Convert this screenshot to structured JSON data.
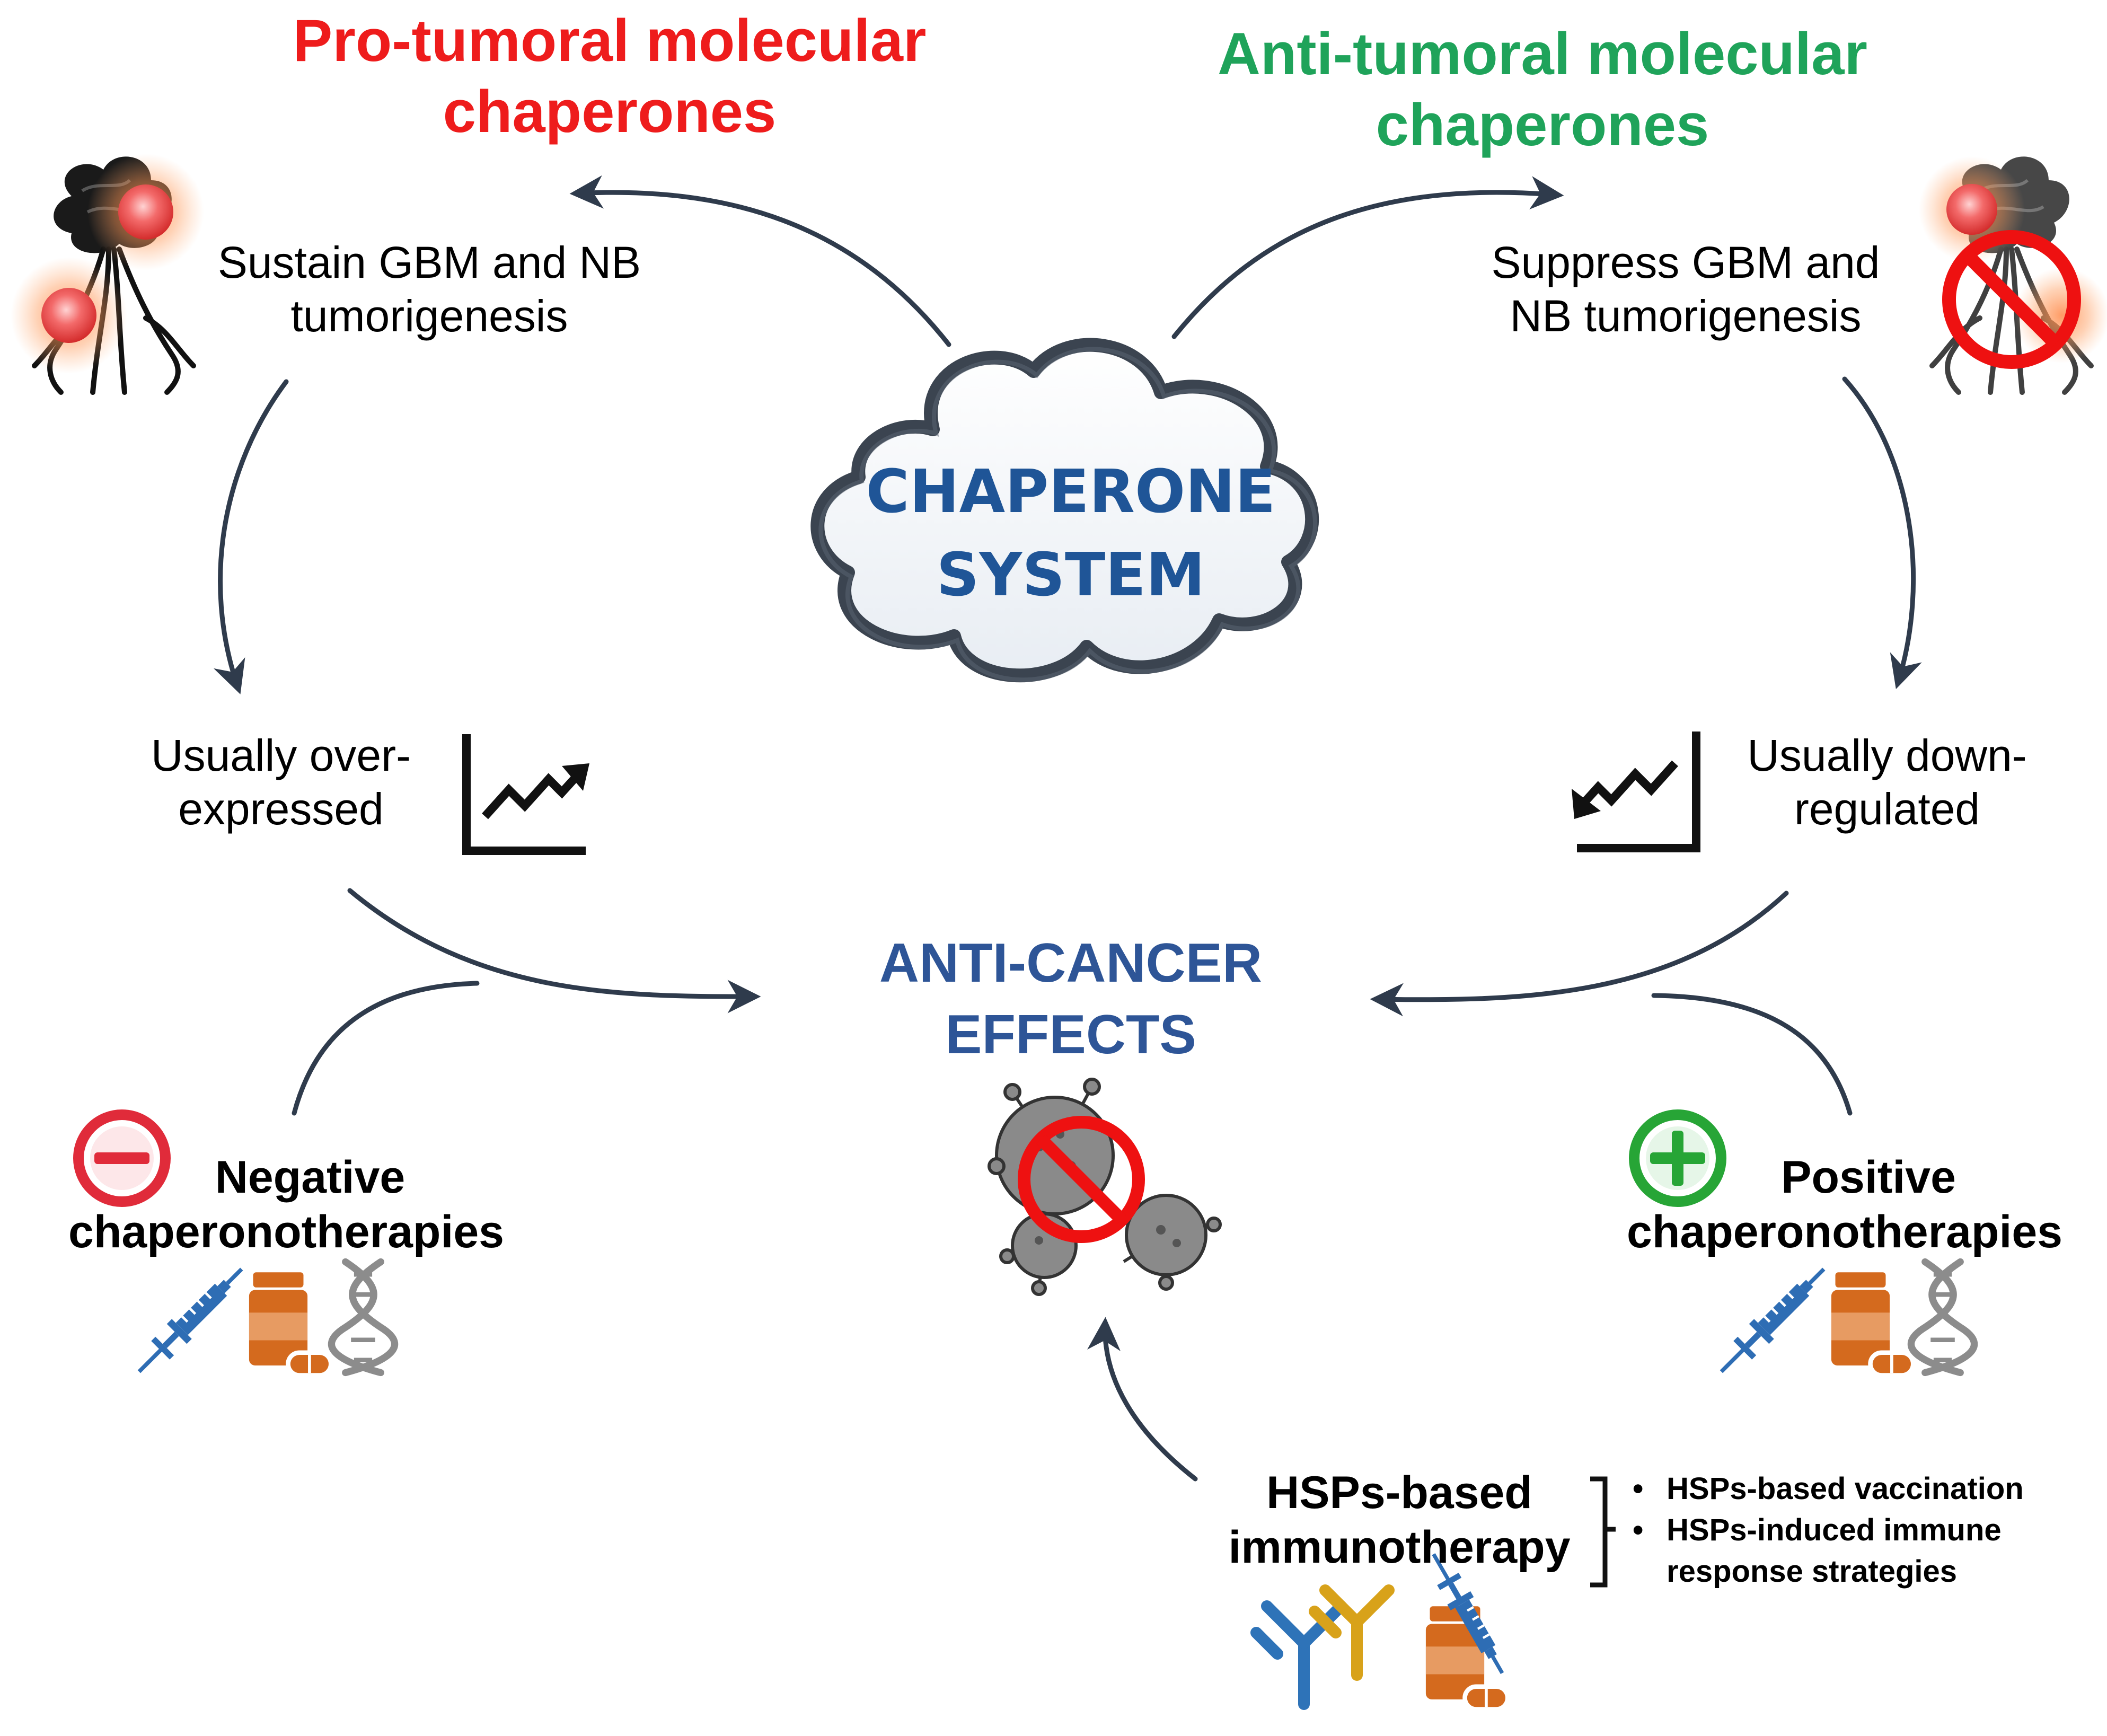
{
  "titles": {
    "pro": [
      "Pro-tumoral molecular",
      "chaperones"
    ],
    "anti": [
      "Anti-tumoral molecular",
      "chaperones"
    ]
  },
  "center": {
    "cloud": [
      "CHAPERONE",
      "SYSTEM"
    ],
    "effects": [
      "ANTI-CANCER",
      "EFFECTS"
    ]
  },
  "left": {
    "effect": [
      "Sustain GBM and NB",
      "tumorigenesis"
    ],
    "expression": [
      "Usually over-",
      "expressed"
    ],
    "therapy": [
      "Negative",
      "chaperonotherapies"
    ]
  },
  "right": {
    "effect": [
      "Suppress GBM and",
      "NB tumorigenesis"
    ],
    "expression": [
      "Usually down-",
      "regulated"
    ],
    "therapy": [
      "Positive",
      "chaperonotherapies"
    ]
  },
  "immunotherapy": {
    "label": [
      "HSPs-based",
      "immunotherapy"
    ],
    "strategies": [
      "HSPs-based vaccination",
      "HSPs-induced immune",
      "response strategies"
    ]
  },
  "colors": {
    "pro": "#ee1c1c",
    "anti": "#1fa35a",
    "center_text": "#1f5597",
    "arrows": "#2f3b4c",
    "minus": "#e02b3a",
    "plus": "#27a536",
    "syringe": "#2e6db4",
    "pill": "#d46a1e",
    "dna": "#8c8c8c",
    "antibody_blue": "#2e73b8",
    "antibody_gold": "#d8a21a"
  },
  "icons": [
    "tumor-cell-icon",
    "tumor-cell-blocked-icon",
    "trend-up-chart-icon",
    "trend-down-chart-icon",
    "minus-circle-icon",
    "plus-circle-icon",
    "syringe-icon",
    "pill-bottle-icon",
    "dna-icon",
    "antibody-icon",
    "virus-blocked-icon",
    "cloud-shape"
  ]
}
